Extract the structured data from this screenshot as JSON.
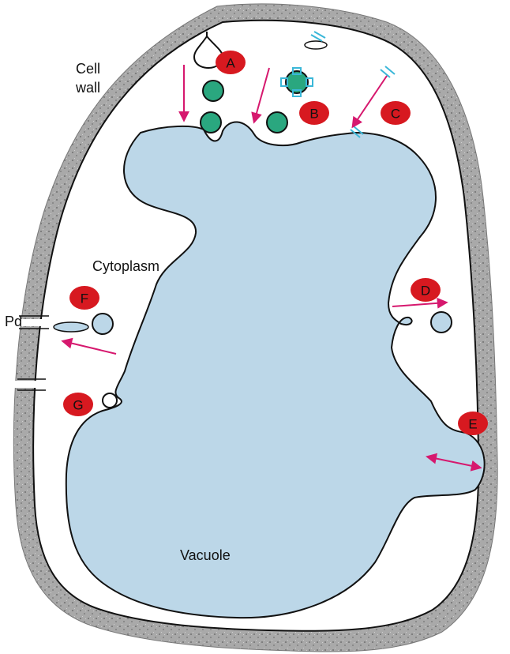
{
  "labels": {
    "cell_wall_line1": "Cell",
    "cell_wall_line2": "wall",
    "cytoplasm": "Cytoplasm",
    "pd": "Pd",
    "vacuole": "Vacuole"
  },
  "markers": [
    "A",
    "B",
    "C",
    "D",
    "E",
    "F",
    "G"
  ],
  "colors": {
    "wall_fill": "#a8a8a8",
    "vacuole_fill": "#bcd7e8",
    "green_vesicle": "#2aa77f",
    "marker_red": "#d71920",
    "arrow_magenta": "#d6186e",
    "transporter_cyan": "#3ab7d8",
    "outline": "#111111"
  }
}
